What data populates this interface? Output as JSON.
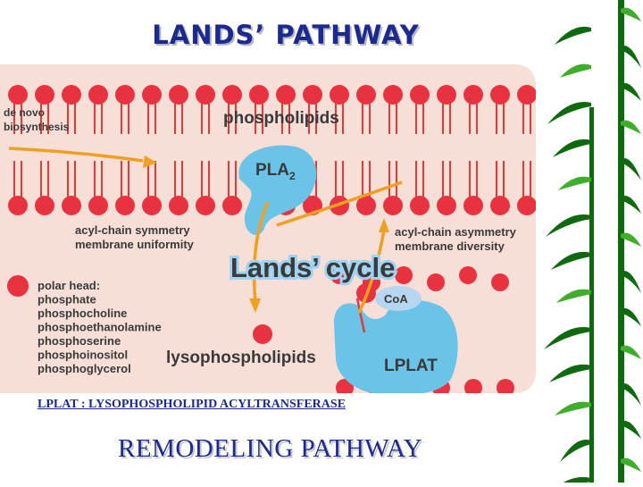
{
  "slide": {
    "title": "LANDS’ PATHWAY",
    "caption": "LPLAT : LYSOPHOSPHOLIPID ACYLTRANSFERASE",
    "subtitle": "REMODELING  PATHWAY"
  },
  "figure": {
    "labels": {
      "de_novo_line1": "de novo",
      "de_novo_line2": "biosynthesis",
      "phospholipids": "phospholipids",
      "pla2_main": "PLA",
      "pla2_sub": "2",
      "symmetry_line1": "acyl-chain symmetry",
      "symmetry_line2": "membrane uniformity",
      "asymmetry_line1": "acyl-chain asymmetry",
      "asymmetry_line2": "membrane diversity",
      "lands_cycle": "Lands’ cycle",
      "coa": "CoA",
      "lysophospholipids": "lysophospholipids",
      "lplat": "LPLAT"
    },
    "polar_heads": [
      "polar head:",
      "phosphate",
      "phosphocholine",
      "phosphoethanolamine",
      "phosphoserine",
      "phosphoinositol",
      "phosphoglycerol"
    ]
  },
  "colors": {
    "title": "#1b2a8c",
    "figure_bg": "#f7dfd8",
    "lipid_head": "#e8323f",
    "lipid_tail": "#e03a3a",
    "enzyme": "#6cc3e8",
    "arrow": "#f0a020",
    "text": "#3a3a3a",
    "bamboo_dark": "#0f6a0f",
    "bamboo_light": "#3fae2a"
  },
  "icons": [
    "pla2-enzyme-shape",
    "lplat-enzyme-shape",
    "lipid-bilayer",
    "bamboo-decoration"
  ]
}
